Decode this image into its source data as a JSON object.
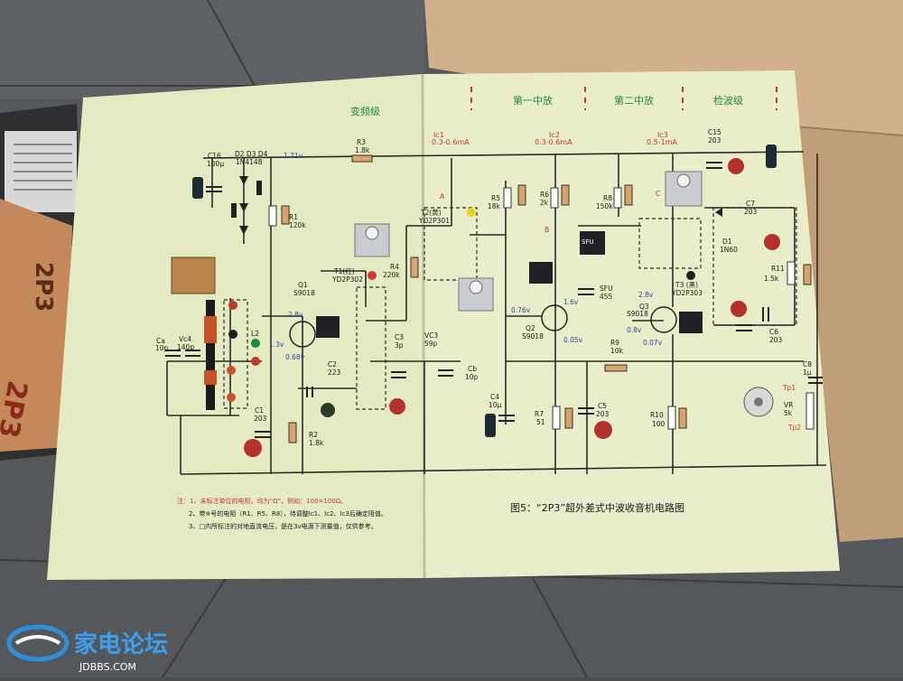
{
  "stages": {
    "mixer": "变频级",
    "if1": "第一中放",
    "if2": "第二中放",
    "detector": "检波级"
  },
  "currents": {
    "ic1": "Ic1",
    "ic1_range": "0.3-0.6mA",
    "ic2": "Ic2",
    "ic2_range": "0.3-0.6mA",
    "ic3": "Ic3",
    "ic3_range": "0.5-1mA"
  },
  "components": {
    "c16": "C16",
    "c16v": "100μ",
    "d234": "D2 D3 D4",
    "d234v": "1N4148",
    "r3": "R3",
    "r3v": "1.8k",
    "r1": "R1",
    "r1v": "120k",
    "v171": "1.71v",
    "ca": "Ca",
    "cav": "10p",
    "vc4": "Vc4",
    "vc4v": "140p",
    "l2": "L2",
    "q1": "Q1",
    "q1v": "S9018",
    "t1": "T1(红)",
    "t1v": "YD2P302",
    "r4": "R4",
    "r4v": "220k",
    "t2": "T2(黄)",
    "t2v": "YD2P301",
    "c3": "C3",
    "c3v": "3p",
    "vc3": "VC3",
    "vc3v": "59p",
    "c2": "C2",
    "c2v": "223",
    "c1": "C1",
    "c1v": "203",
    "r2": "R2",
    "r2v": "1.8k",
    "cb": "Cb",
    "cbv": "10p",
    "r5": "R5",
    "r5v": "18k",
    "r6": "R6",
    "r6v": "2k",
    "r8": "R8",
    "r8v": "150k",
    "sfu": "SFU",
    "sfuv": "455",
    "q2": "Q2",
    "q2v": "S9018",
    "r9": "R9",
    "r9v": "10k",
    "c4": "C4",
    "c4v": "10μ",
    "r7": "R7",
    "r7v": "51",
    "c5": "C5",
    "c5v": "203",
    "c15": "C15",
    "c15v": "203",
    "c7": "C7",
    "c7v": "203",
    "d1": "D1",
    "d1v": "1N60",
    "r11": "R11",
    "r11v": "1.5k",
    "t3": "T3 (黑)",
    "t3v": "YD2P303",
    "q3": "Q3",
    "q3v": "S9018",
    "c6": "C6",
    "c6v": "203",
    "r10": "R10",
    "r10v": "100",
    "c8": "C8",
    "c8v": "1μ",
    "vr": "VR",
    "vrv": "5k",
    "tp1": "Tp1",
    "tp2": "Tp2",
    "v28a": "2.8v",
    "v13": "1.3v",
    "v068": "0.68v",
    "v076": "0.76v",
    "v16": "1.6v",
    "v005": "0.05v",
    "v28b": "2.8v",
    "v08": "0.8v",
    "v007": "0.07v",
    "ptA": "A",
    "ptB": "B",
    "ptC": "C"
  },
  "caption": "图5：“2P3”超外差式中波收音机电路图",
  "notes": {
    "n1": "注：1、未标注单位的电阻，均为“Ω”，例如：100=100Ω。",
    "n2": "2、带※号的电阻（R1、R5、R8），待调整Ic1、Ic2、Ic3后确定阻值。",
    "n3": "3、□内所标注的对地直流电压，是在3v电源下测量值，仅供参考。"
  },
  "watermark": {
    "name": "家电论坛",
    "url": "JDBBS.COM"
  },
  "colors": {
    "paper": "#e6ebc4",
    "ink": "#1a1a1a",
    "stage": "#1f8a3a",
    "marker": "#c0392b",
    "box": "#1f4fa8"
  }
}
